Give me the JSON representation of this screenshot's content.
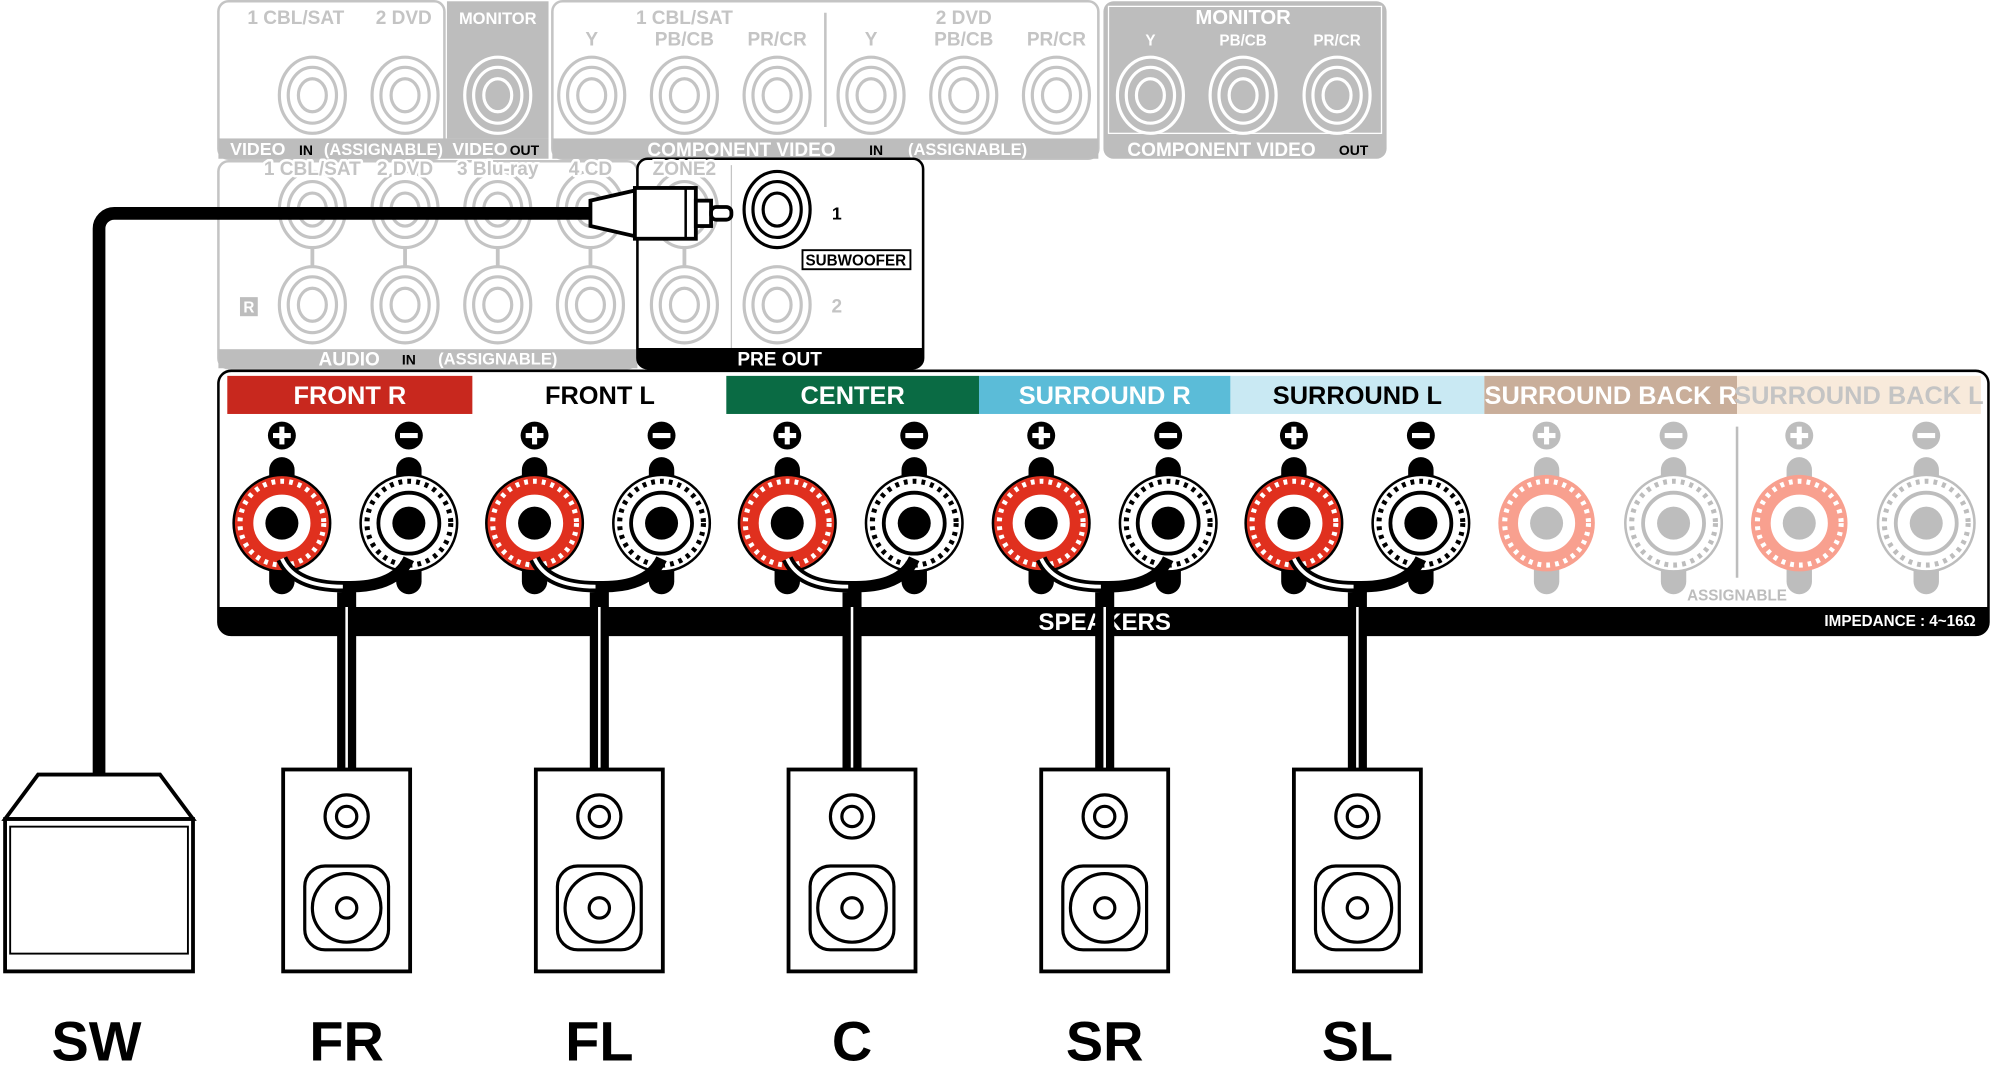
{
  "video_in": {
    "labels": [
      "1 CBL/SAT",
      "2 DVD"
    ],
    "monitor": "MONITOR",
    "bar": [
      "VIDEO",
      "IN",
      "(ASSIGNABLE)",
      "VIDEO",
      "OUT"
    ]
  },
  "component_in": {
    "groups": [
      "1 CBL/SAT",
      "2 DVD"
    ],
    "subs": [
      "Y",
      "PB/CB",
      "PR/CR",
      "Y",
      "PB/CB",
      "PR/CR"
    ],
    "bar": [
      "COMPONENT VIDEO",
      "IN",
      "(ASSIGNABLE)"
    ]
  },
  "component_out": {
    "title": "MONITOR",
    "subs": [
      "Y",
      "PB/CB",
      "PR/CR"
    ],
    "bar": [
      "COMPONENT VIDEO",
      "OUT"
    ]
  },
  "audio_in": {
    "labels": [
      "1 CBL/SAT",
      "2 DVD",
      "3 Blu-ray",
      "4 CD"
    ],
    "r": "R",
    "bar": [
      "AUDIO",
      "IN",
      "(ASSIGNABLE)"
    ]
  },
  "pre_out": {
    "zone2": "ZONE2",
    "sub1": "1",
    "sub2": "2",
    "subwoofer": "SUBWOOFER",
    "bar": "PRE OUT"
  },
  "speakers": {
    "channels": [
      {
        "label": "FRONT",
        "side": "R",
        "bg": "#c8281e",
        "fg": "#ffffff",
        "active": true
      },
      {
        "label": "FRONT",
        "side": "L",
        "bg": "#ffffff",
        "fg": "#000000",
        "active": true
      },
      {
        "label": "CENTER",
        "side": "",
        "bg": "#0a6b44",
        "fg": "#ffffff",
        "active": true
      },
      {
        "label": "SURROUND",
        "side": "R",
        "bg": "#5bbcd8",
        "fg": "#ffffff",
        "active": true
      },
      {
        "label": "SURROUND",
        "side": "L",
        "bg": "#c9e9f3",
        "fg": "#000000",
        "active": true
      },
      {
        "label": "SURROUND BACK",
        "side": "R",
        "bg": "#c9ae9a",
        "fg": "#ffffff",
        "active": false
      },
      {
        "label": "SURROUND BACK",
        "side": "L",
        "bg": "#f8eadb",
        "fg": "#c4c4c4",
        "active": false
      }
    ],
    "assignable": "ASSIGNABLE",
    "bar": "SPEAKERS",
    "impedance": "IMPEDANCE : 4~16Ω"
  },
  "devices": [
    "SW",
    "FR",
    "FL",
    "C",
    "SR",
    "SL"
  ]
}
